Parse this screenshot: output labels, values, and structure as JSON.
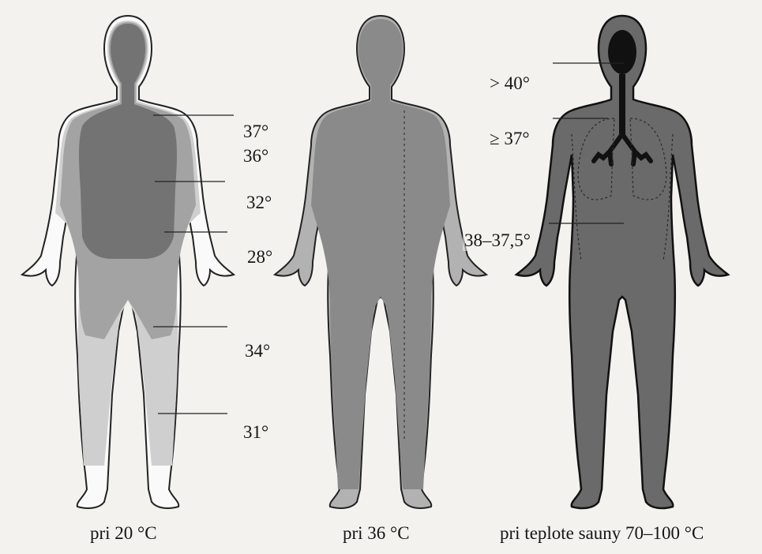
{
  "figures": [
    {
      "id": "fig1",
      "caption": "pri 20 °C",
      "labels": [
        "37°",
        "36°",
        "32°",
        "28°",
        "34°",
        "31°"
      ],
      "colors": {
        "core": "#737373",
        "mid": "#a3a3a3",
        "light": "#cfcfcf",
        "outer": "#fafafa"
      }
    },
    {
      "id": "fig2",
      "caption": "pri 36 °C",
      "colors": {
        "core": "#8a8a8a",
        "outer": "#b2b2b2"
      }
    },
    {
      "id": "fig3",
      "caption": "pri teplote sauny 70–100 °C",
      "labels": [
        "> 40°",
        "≥ 37°",
        "38–37,5°"
      ],
      "colors": {
        "body": "#6a6a6a",
        "organs": "#111111"
      }
    }
  ]
}
